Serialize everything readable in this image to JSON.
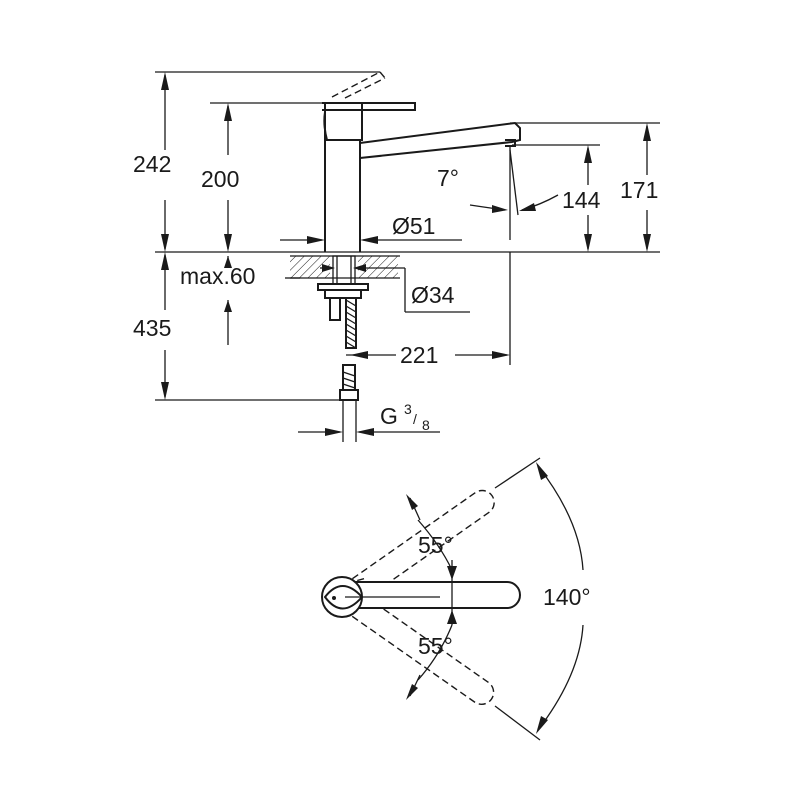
{
  "diagram": {
    "side_view": {
      "dim_total_height": "242",
      "dim_body_height": "200",
      "dim_spout_height": "171",
      "dim_outlet_height": "144",
      "dim_spout_angle": "7°",
      "dim_body_diameter": "Ø51",
      "dim_deck_thickness": "max.60",
      "dim_hole_diameter": "Ø34",
      "dim_hose_length": "435",
      "dim_projection": "221",
      "connection_prefix": "G",
      "connection_num": "3",
      "connection_den": "8"
    },
    "top_view": {
      "angle_upper": "55°",
      "angle_lower": "55°",
      "angle_total": "140°"
    }
  }
}
